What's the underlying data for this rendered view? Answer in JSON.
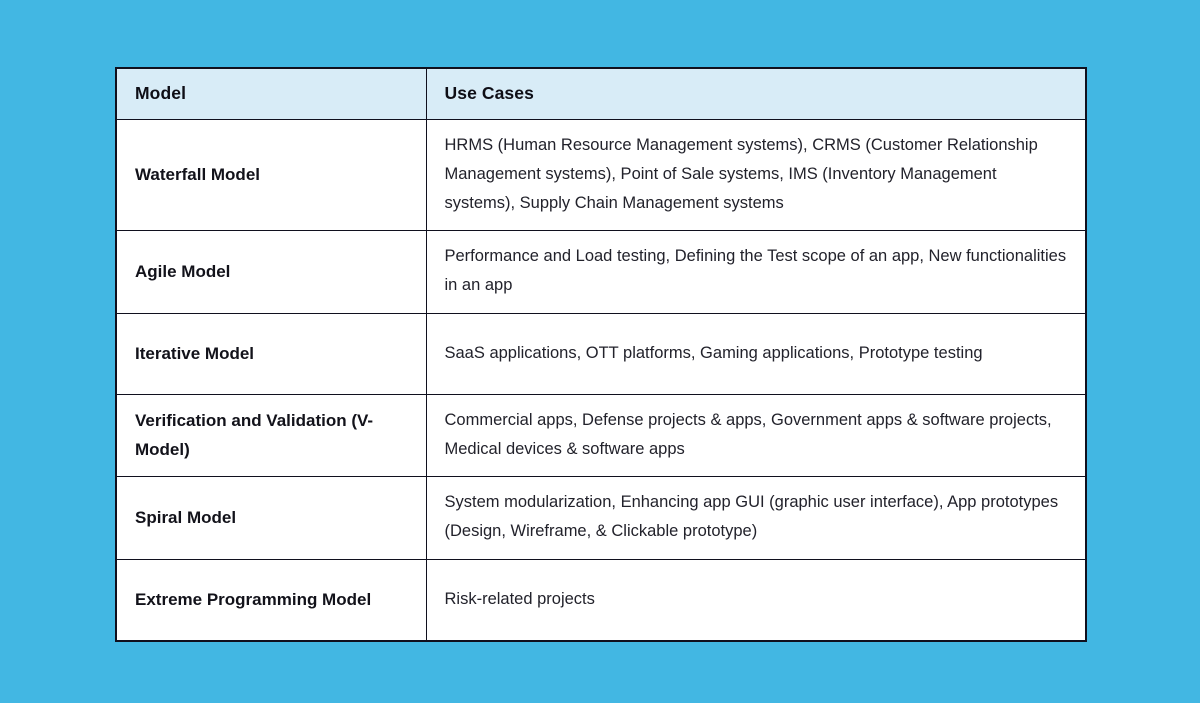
{
  "colors": {
    "page_background": "#42b7e3",
    "header_background": "#d8ecf7",
    "border": "#10101e",
    "cell_background": "#ffffff"
  },
  "table": {
    "header": {
      "model": "Model",
      "use_cases": "Use Cases"
    },
    "rows": [
      {
        "model": "Waterfall Model",
        "use_cases": "HRMS (Human Resource Management systems), CRMS (Customer Relationship Management systems), Point of Sale systems, IMS (Inventory Management systems), Supply Chain Management systems"
      },
      {
        "model": "Agile Model",
        "use_cases": "Performance and Load testing, Defining the Test scope of an app, New functionalities in an app"
      },
      {
        "model": "Iterative Model",
        "use_cases": "SaaS applications, OTT platforms, Gaming applications, Prototype testing"
      },
      {
        "model": "Verification and Validation (V-Model)",
        "use_cases": "Commercial apps, Defense projects & apps, Government apps & software projects, Medical devices & software apps"
      },
      {
        "model": "Spiral Model",
        "use_cases": "System modularization, Enhancing app GUI (graphic user interface), App prototypes (Design, Wireframe, & Clickable prototype)"
      },
      {
        "model": "Extreme Programming Model",
        "use_cases": "Risk-related projects"
      }
    ]
  },
  "chart_data": {
    "type": "table",
    "title": "",
    "columns": [
      "Model",
      "Use Cases"
    ],
    "rows": [
      [
        "Waterfall Model",
        "HRMS (Human Resource Management systems), CRMS (Customer Relationship Management systems), Point of Sale systems, IMS (Inventory Management systems), Supply Chain Management systems"
      ],
      [
        "Agile Model",
        "Performance and Load testing, Defining the Test scope of an app, New functionalities in an app"
      ],
      [
        "Iterative Model",
        "SaaS applications, OTT platforms, Gaming applications, Prototype testing"
      ],
      [
        "Verification and Validation (V-Model)",
        "Commercial apps, Defense projects & apps, Government apps & software projects, Medical devices & software apps"
      ],
      [
        "Spiral Model",
        "System modularization, Enhancing app GUI (graphic user interface), App prototypes (Design, Wireframe, & Clickable prototype)"
      ],
      [
        "Extreme Programming Model",
        "Risk-related projects"
      ]
    ]
  }
}
